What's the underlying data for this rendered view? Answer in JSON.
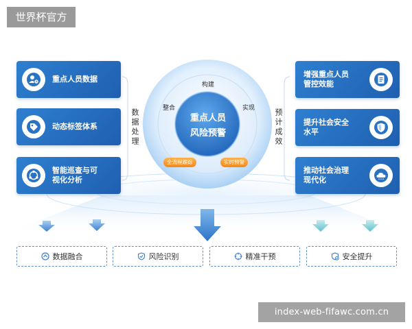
{
  "site_label": "世界杯官方",
  "watermark": "index-web-fifawc.com.cn",
  "center": {
    "line1": "重点人员",
    "line2": "风险预警"
  },
  "ring_labels": {
    "top": "构建",
    "left": "整合",
    "right": "实现"
  },
  "tags": {
    "left": "全流程跟踪",
    "right": "实时预警"
  },
  "left_label": "数据处理",
  "right_label": "预计成效",
  "left_cards": [
    {
      "line1": "重点人员数据",
      "line2": "",
      "icon": "person-data-icon"
    },
    {
      "line1": "动态标签体系",
      "line2": "",
      "icon": "tag-icon"
    },
    {
      "line1": "智能巡查与可",
      "line2": "视化分析",
      "icon": "cycle-analysis-icon"
    }
  ],
  "right_cards": [
    {
      "line1": "增强重点人员",
      "line2": "管控效能",
      "icon": "document-icon"
    },
    {
      "line1": "提升社会安全",
      "line2": "水平",
      "icon": "shield-icon"
    },
    {
      "line1": "推动社会治理",
      "line2": "现代化",
      "icon": "cloud-icon"
    }
  ],
  "bottom_items": [
    {
      "label": "数据融合",
      "icon": "fusion-icon"
    },
    {
      "label": "风险识别",
      "icon": "shield-check-icon"
    },
    {
      "label": "精准干预",
      "icon": "target-icon"
    },
    {
      "label": "安全提升",
      "icon": "safety-icon"
    }
  ],
  "colors": {
    "card_blue": "#2a72c4",
    "accent_orange": "#f39323",
    "light_blue": "#cfe5fb",
    "arrow_teal": "#8fd3de"
  }
}
